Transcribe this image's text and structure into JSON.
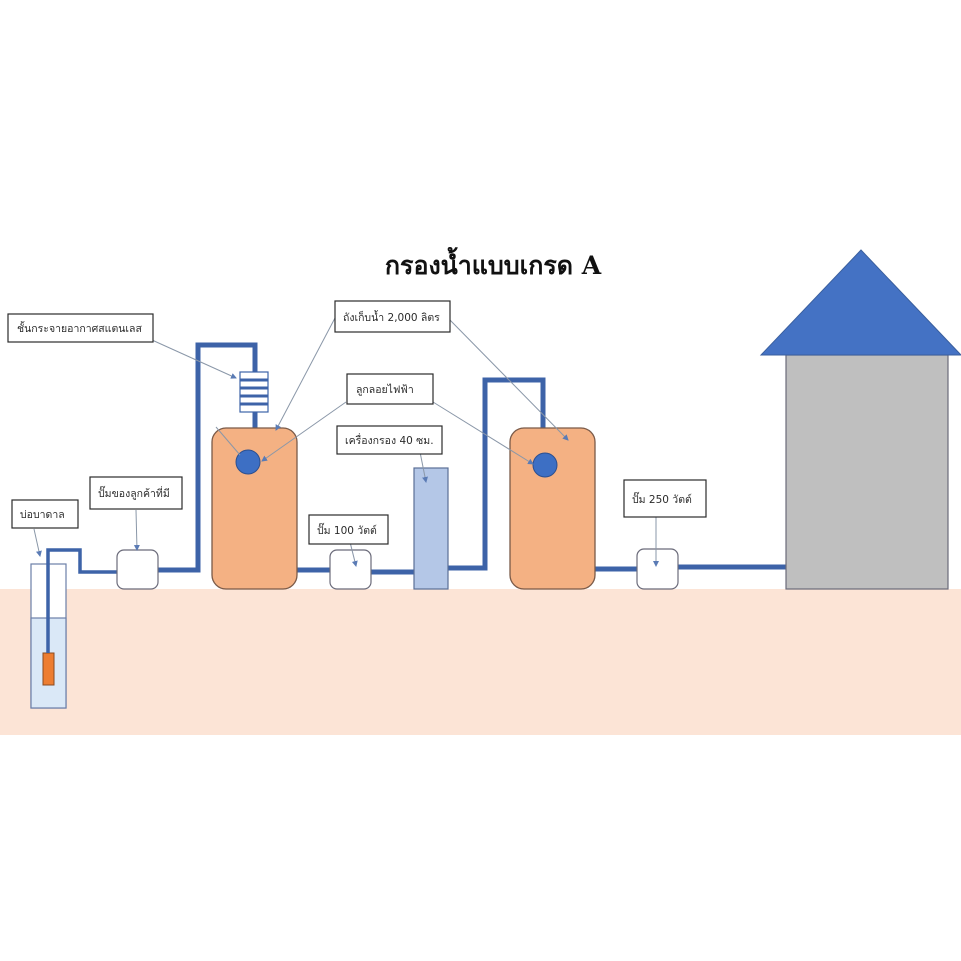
{
  "title": "กรองน้ำแบบเกรด A",
  "labels": {
    "aerator": "ชั้นกระจายอากาศสแตนเลส",
    "storage_tank": "ถังเก็บน้ำ 2,000 ลิตร",
    "float_switch": "ลูกลอยไฟฟ้า",
    "filter": "เครื่องกรอง 40 ซม.",
    "customer_pump": "ปั๊มของลูกค้าที่มี",
    "pump_100": "ปั๊ม 100 วัตต์",
    "pump_250": "ปั๊ม 250 วัตต์",
    "well": "บ่อบาดาล"
  },
  "colors": {
    "pipe": "#3d63a8",
    "tank": "#f4b183",
    "tank_border": "#7a5a48",
    "float": "#3d6fc4",
    "filter": "#b4c7e7",
    "ground": "#fce4d6",
    "house_wall": "#bfbfbf",
    "roof": "#4472c4",
    "well_water": "#dae8f7",
    "submersible_pump": "#ed7d31"
  }
}
